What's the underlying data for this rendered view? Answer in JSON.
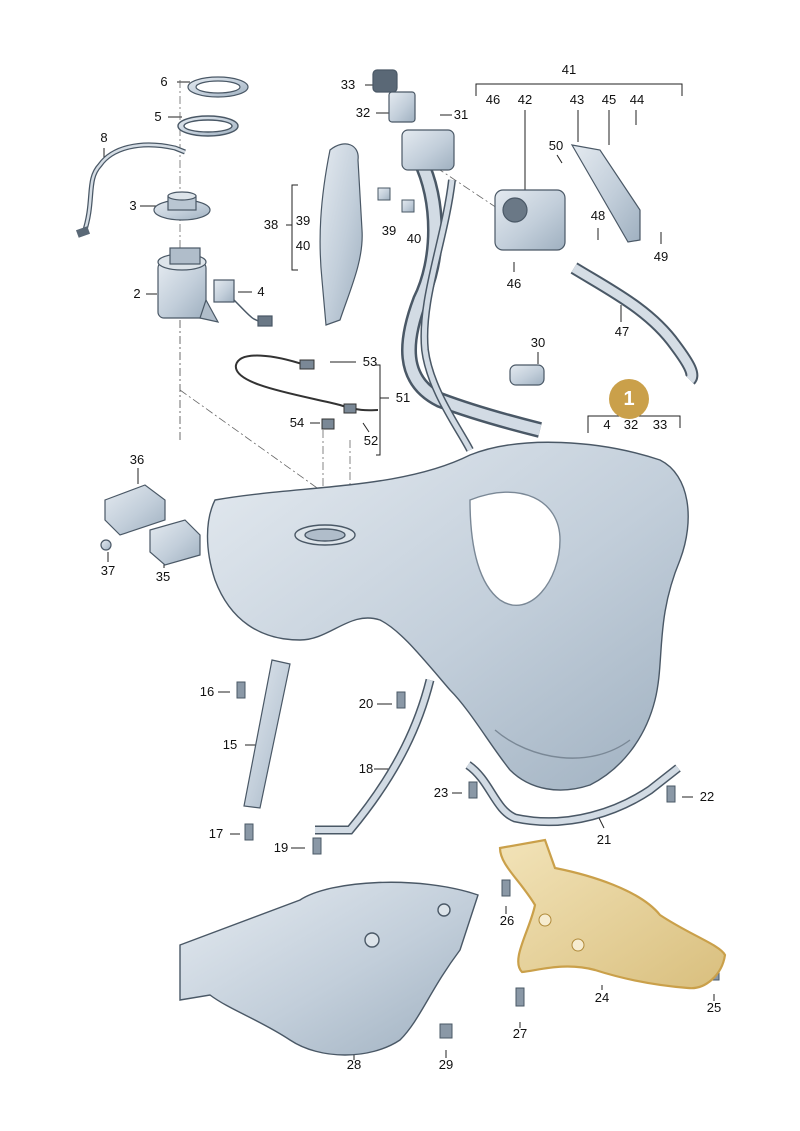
{
  "highlight_color": "#caa04a",
  "part_fill_color": "#c9d4df",
  "part_stroke_color": "#4a5866",
  "badge": {
    "label": "1"
  },
  "callouts": [
    {
      "id": "c6",
      "label": "6"
    },
    {
      "id": "c5",
      "label": "5"
    },
    {
      "id": "c8",
      "label": "8"
    },
    {
      "id": "c3",
      "label": "3"
    },
    {
      "id": "c2",
      "label": "2"
    },
    {
      "id": "c4a",
      "label": "4"
    },
    {
      "id": "c38",
      "label": "38"
    },
    {
      "id": "c39a",
      "label": "39"
    },
    {
      "id": "c40a",
      "label": "40"
    },
    {
      "id": "c39b",
      "label": "39"
    },
    {
      "id": "c40b",
      "label": "40"
    },
    {
      "id": "c33a",
      "label": "33"
    },
    {
      "id": "c32a",
      "label": "32"
    },
    {
      "id": "c31",
      "label": "31"
    },
    {
      "id": "c41",
      "label": "41"
    },
    {
      "id": "c46a",
      "label": "46"
    },
    {
      "id": "c42",
      "label": "42"
    },
    {
      "id": "c43",
      "label": "43"
    },
    {
      "id": "c45",
      "label": "45"
    },
    {
      "id": "c44",
      "label": "44"
    },
    {
      "id": "c50",
      "label": "50"
    },
    {
      "id": "c48",
      "label": "48"
    },
    {
      "id": "c49",
      "label": "49"
    },
    {
      "id": "c46b",
      "label": "46"
    },
    {
      "id": "c47",
      "label": "47"
    },
    {
      "id": "c30",
      "label": "30"
    },
    {
      "id": "c53",
      "label": "53"
    },
    {
      "id": "c51",
      "label": "51"
    },
    {
      "id": "c54",
      "label": "54"
    },
    {
      "id": "c52",
      "label": "52"
    },
    {
      "id": "c4b",
      "label": "4"
    },
    {
      "id": "c32b",
      "label": "32"
    },
    {
      "id": "c33b",
      "label": "33"
    },
    {
      "id": "c36",
      "label": "36"
    },
    {
      "id": "c37",
      "label": "37"
    },
    {
      "id": "c35",
      "label": "35"
    },
    {
      "id": "c16",
      "label": "16"
    },
    {
      "id": "c15",
      "label": "15"
    },
    {
      "id": "c17",
      "label": "17"
    },
    {
      "id": "c20",
      "label": "20"
    },
    {
      "id": "c18",
      "label": "18"
    },
    {
      "id": "c19",
      "label": "19"
    },
    {
      "id": "c23",
      "label": "23"
    },
    {
      "id": "c22",
      "label": "22"
    },
    {
      "id": "c21",
      "label": "21"
    },
    {
      "id": "c26",
      "label": "26"
    },
    {
      "id": "c24",
      "label": "24"
    },
    {
      "id": "c25",
      "label": "25"
    },
    {
      "id": "c27",
      "label": "27"
    },
    {
      "id": "c28",
      "label": "28"
    },
    {
      "id": "c29",
      "label": "29"
    }
  ]
}
